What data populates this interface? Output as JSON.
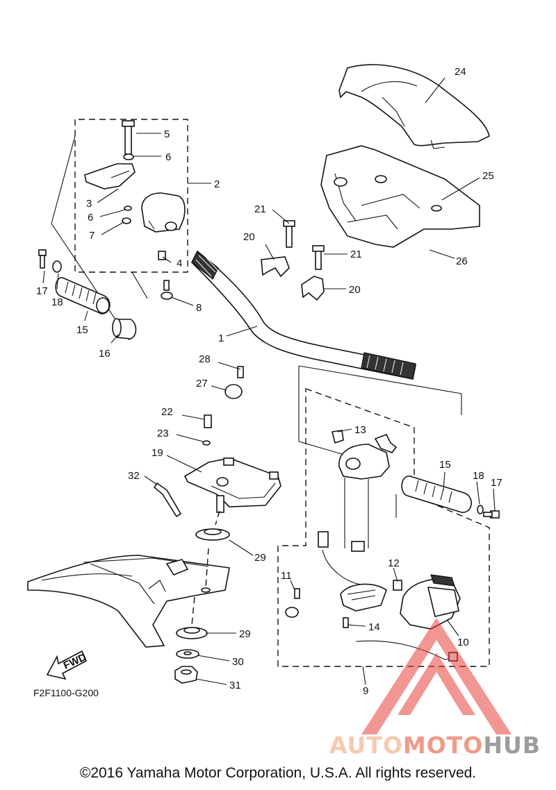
{
  "diagram_code": "F2F1100-G200",
  "copyright": "©2016 Yamaha Motor Corporation, U.S.A. All rights reserved.",
  "fwd_label": "FWD",
  "watermark": {
    "part1": "AUTO",
    "part2": "MOTO",
    "part3": "HUB",
    "colors": [
      "#f6c9b0",
      "#f19a88",
      "#9c9c9c"
    ]
  },
  "callouts": {
    "c1": "1",
    "c2": "2",
    "c3": "3",
    "c4": "4",
    "c5": "5",
    "c6a": "6",
    "c6b": "6",
    "c7": "7",
    "c8": "8",
    "c9": "9",
    "c10": "10",
    "c11": "11",
    "c12": "12",
    "c13": "13",
    "c14": "14",
    "c15a": "15",
    "c15b": "15",
    "c16": "16",
    "c17a": "17",
    "c17b": "17",
    "c18a": "18",
    "c18b": "18",
    "c19": "19",
    "c20a": "20",
    "c20b": "20",
    "c21a": "21",
    "c21b": "21",
    "c22": "22",
    "c23": "23",
    "c24": "24",
    "c25": "25",
    "c26": "26",
    "c27": "27",
    "c28": "28",
    "c29a": "29",
    "c29b": "29",
    "c30": "30",
    "c31": "31",
    "c32": "32"
  }
}
